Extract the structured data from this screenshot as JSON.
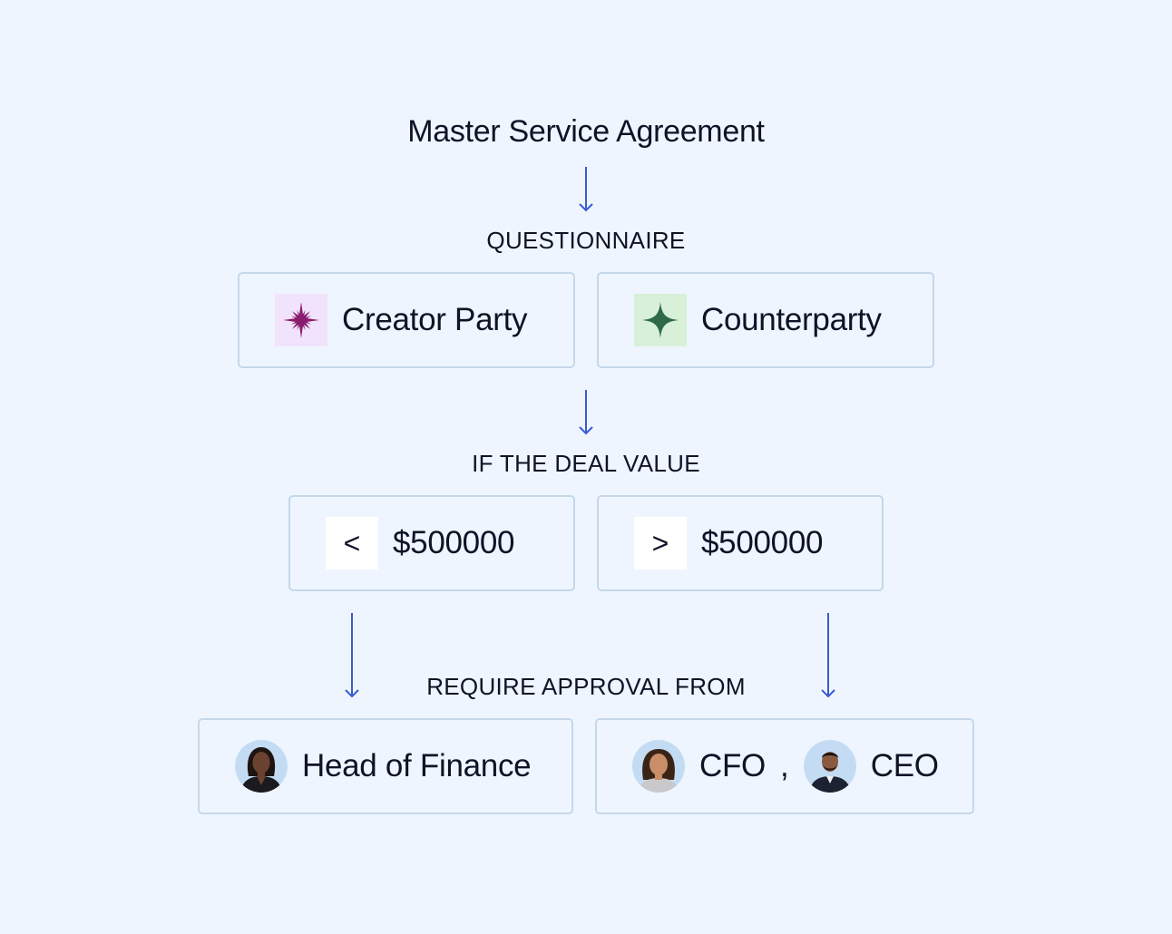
{
  "title": "Master Service Agreement",
  "sections": {
    "questionnaire": "QUESTIONNAIRE",
    "deal_value": "IF THE DEAL VALUE",
    "approval": "REQUIRE APPROVAL FROM"
  },
  "parties": [
    {
      "label": "Creator Party",
      "icon": "starburst-icon",
      "icon_bg": "#f1e3fb",
      "icon_color": "#8a1c6e"
    },
    {
      "label": "Counterparty",
      "icon": "sparkle-icon",
      "icon_bg": "#d8f0d8",
      "icon_color": "#2e6a48"
    }
  ],
  "conditions": [
    {
      "operator": "<",
      "value": "$500000"
    },
    {
      "operator": ">",
      "value": "$500000"
    }
  ],
  "approvers": {
    "left": {
      "name": "Head of Finance"
    },
    "right": {
      "first": "CFO",
      "separator": ",",
      "second": "CEO"
    }
  },
  "colors": {
    "arrow": "#3a5bd0",
    "card_border": "#c5d7ea",
    "background": "#eef5fe"
  }
}
